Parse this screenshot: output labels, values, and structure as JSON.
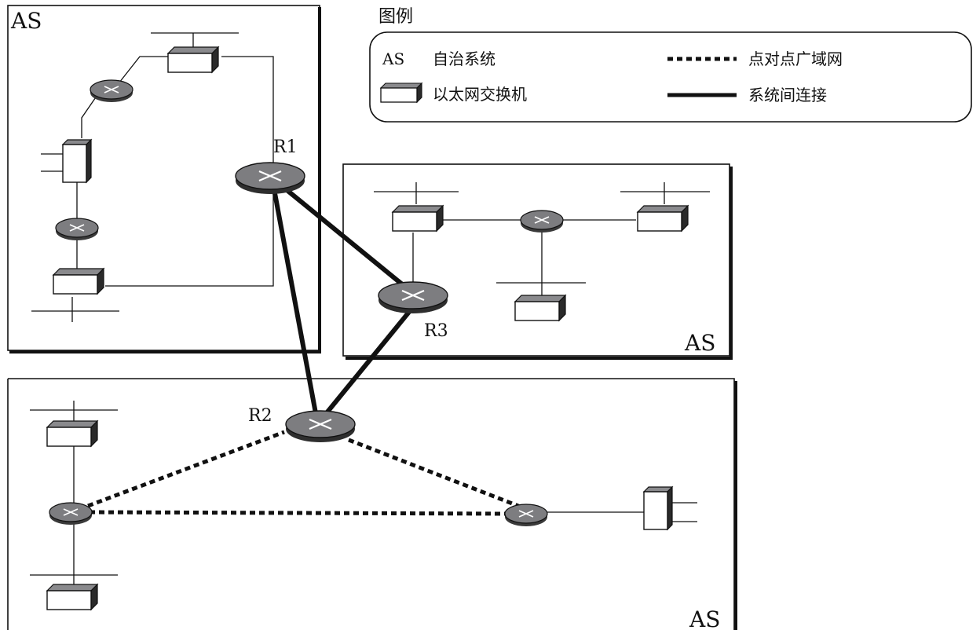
{
  "legend": {
    "title": "图例",
    "items": {
      "as": {
        "abbr": "AS",
        "text": "自治系统"
      },
      "switch": {
        "text": "以太网交换机"
      },
      "p2p": {
        "text": "点对点广域网"
      },
      "inter": {
        "text": "系统间连接"
      }
    }
  },
  "domains": {
    "top_left": {
      "label": "AS"
    },
    "middle_right": {
      "label": "AS"
    },
    "bottom": {
      "label": "AS"
    }
  },
  "routers": {
    "r1": {
      "label": "R1"
    },
    "r2": {
      "label": "R2"
    },
    "r3": {
      "label": "R3"
    }
  },
  "colors": {
    "stroke": "#111111",
    "router_fill": "#7d7d80",
    "switch_top": "#8a8a8d",
    "switch_side": "#2a2a2a",
    "switch_front": "#ffffff"
  }
}
